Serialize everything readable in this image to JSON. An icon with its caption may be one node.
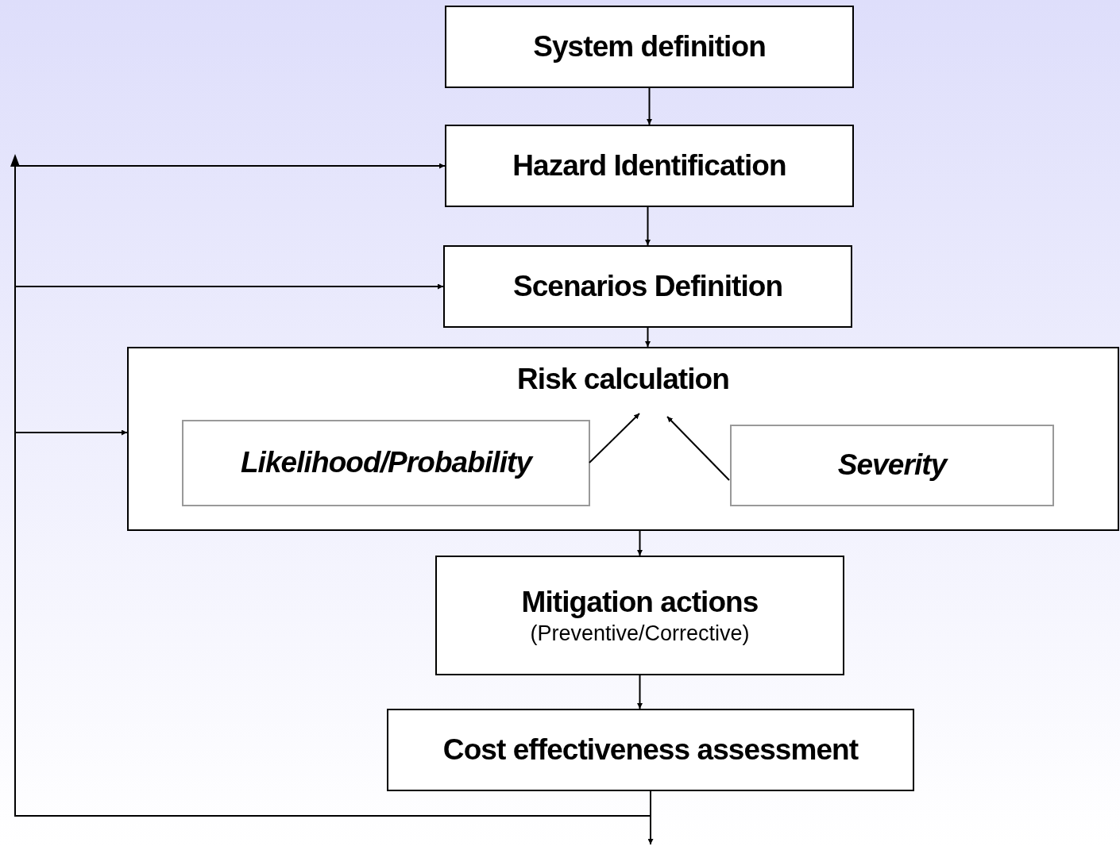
{
  "diagram": {
    "nodes": [
      {
        "text": [
          "System definition"
        ]
      },
      {
        "text": [
          "Hazard Identification"
        ]
      },
      {
        "text": [
          "Scenarios Definition"
        ]
      },
      {
        "text": [
          "Risk calculation"
        ]
      },
      {
        "text": [
          "Likelihood/Probability"
        ],
        "in": 3
      },
      {
        "text": [
          "Severity"
        ],
        "in": 3
      },
      {
        "text": [
          "Mitigation actions",
          "(Preventive/Corrective)"
        ]
      },
      {
        "text": [
          "Cost effectiveness assessment"
        ]
      }
    ],
    "edges": [
      {
        "from": 0,
        "to": 1,
        "arrow": "to"
      },
      {
        "from": 1,
        "to": 2,
        "arrow": "to"
      },
      {
        "from": 2,
        "to": 3,
        "arrow": "to"
      },
      {
        "from": 4,
        "to": null,
        "arrow": "to"
      },
      {
        "from": 5,
        "to": null,
        "arrow": "to"
      },
      {
        "from": 3,
        "to": 6,
        "arrow": "to"
      },
      {
        "from": 6,
        "to": 7,
        "arrow": "to"
      },
      {
        "from": 7,
        "to": null,
        "arrow": "to"
      },
      {
        "from": 7,
        "to": 1,
        "arrow": "to"
      },
      {
        "from": 7,
        "to": 2,
        "arrow": "to"
      },
      {
        "from": 7,
        "to": 3,
        "arrow": "to"
      }
    ]
  }
}
